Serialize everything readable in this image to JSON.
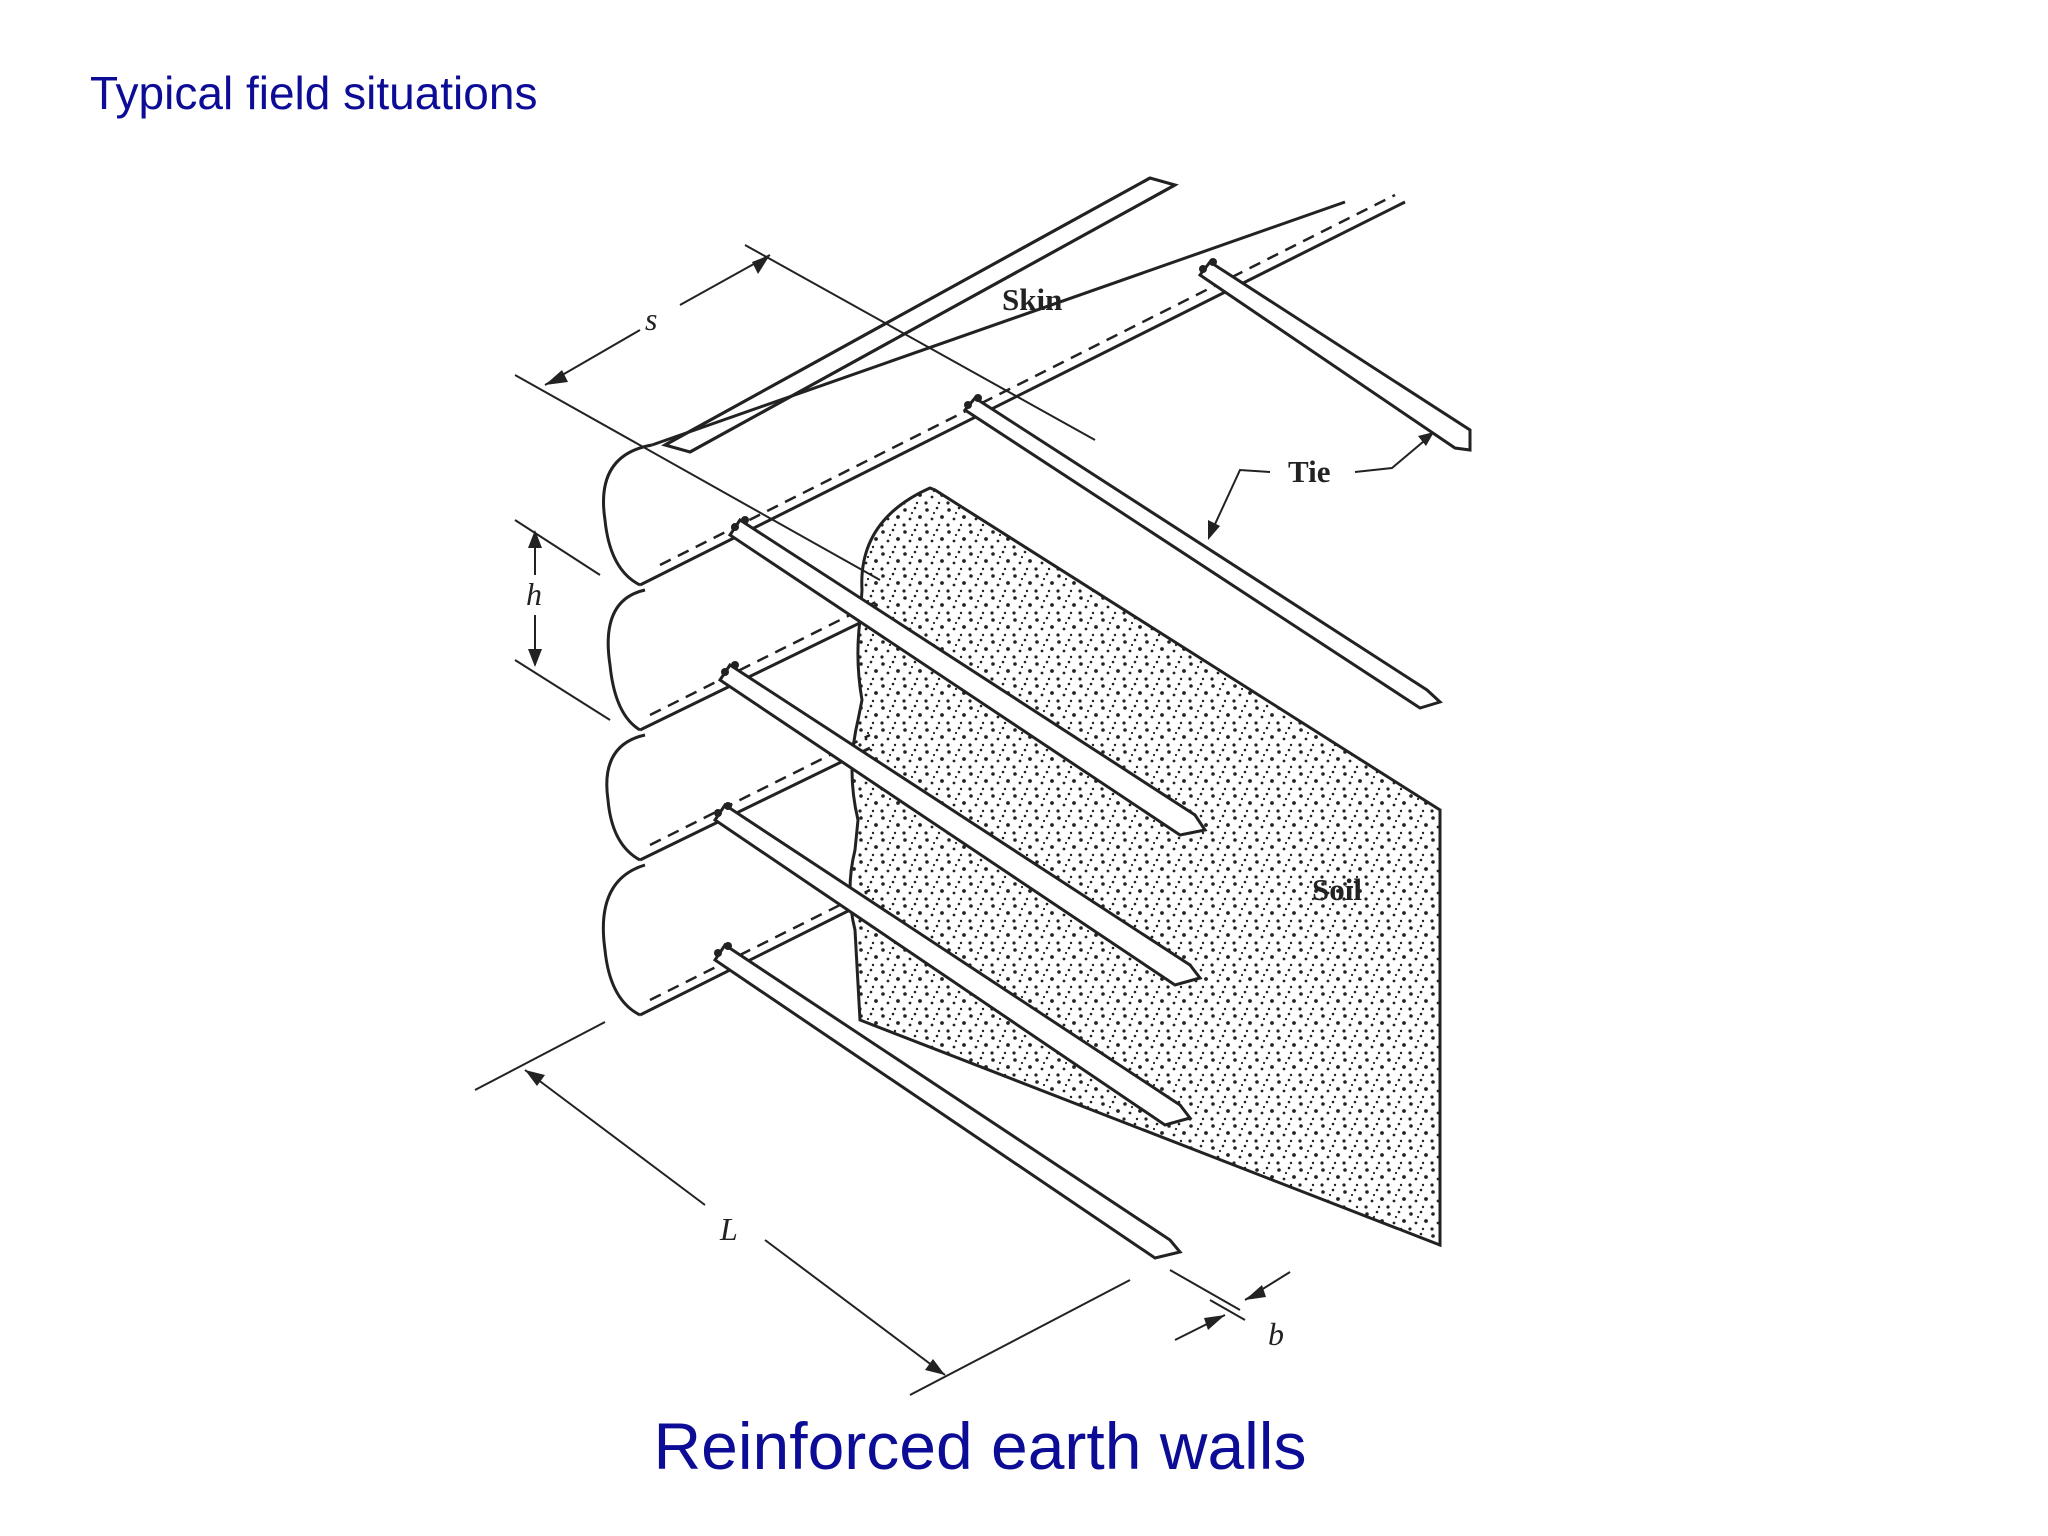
{
  "slide": {
    "heading": "Typical field situations",
    "caption": "Reinforced earth walls"
  },
  "figure": {
    "labels": {
      "skin": "Skin",
      "tie": "Tie",
      "soil": "Soil"
    },
    "dimensions": {
      "spacing_horizontal": "s",
      "spacing_vertical": "h",
      "tie_length": "L",
      "tie_width": "b"
    }
  }
}
